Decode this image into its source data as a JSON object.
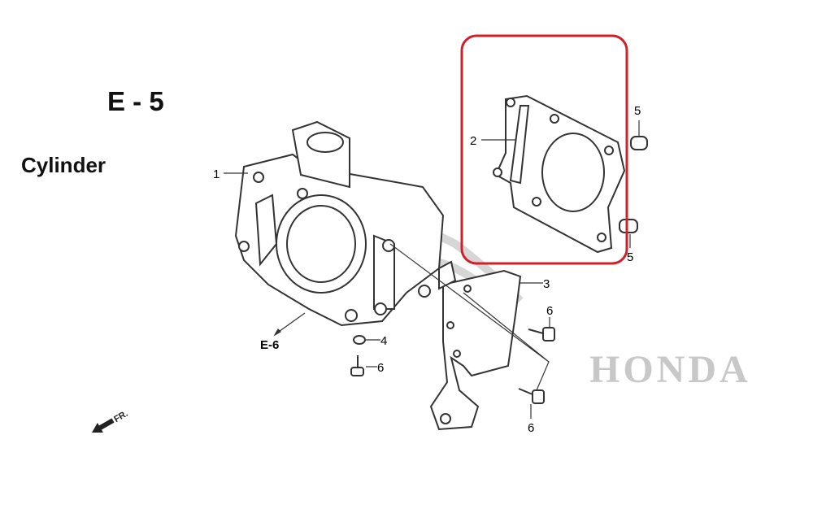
{
  "header": {
    "section_code": "E - 5",
    "title": "Cylinder"
  },
  "diagram": {
    "watermark": "HONDA",
    "highlight_color": "#d0202a",
    "callouts": [
      {
        "id": "1",
        "label": "1"
      },
      {
        "id": "2",
        "label": "2"
      },
      {
        "id": "3",
        "label": "3"
      },
      {
        "id": "4",
        "label": "4"
      },
      {
        "id": "5a",
        "label": "5"
      },
      {
        "id": "5b",
        "label": "5"
      },
      {
        "id": "6a",
        "label": "6"
      },
      {
        "id": "6b",
        "label": "6"
      },
      {
        "id": "6c",
        "label": "6"
      }
    ],
    "reference": "E-6",
    "front_marker": "FR."
  }
}
